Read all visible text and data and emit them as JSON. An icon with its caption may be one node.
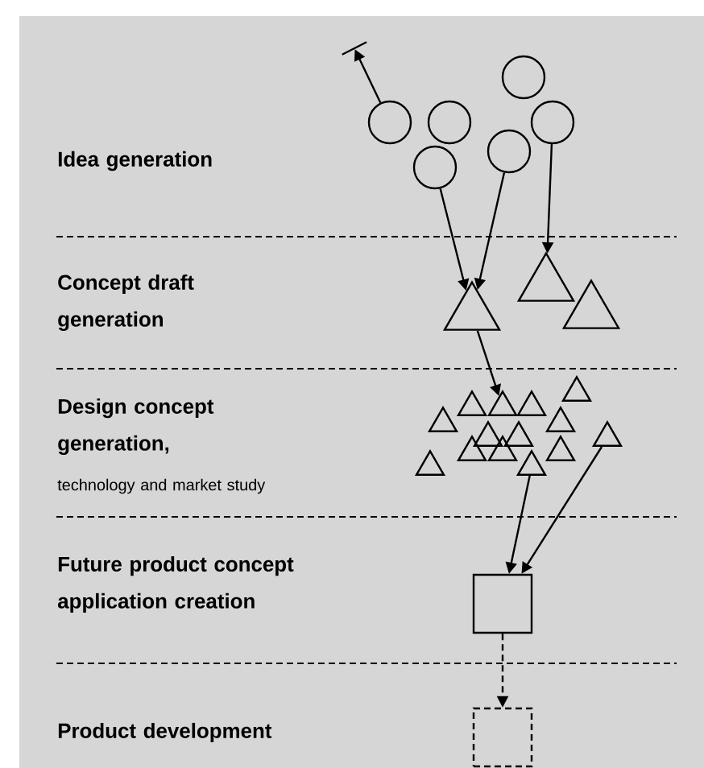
{
  "diagram": {
    "nodes": [
      {
        "text": [],
        "shape": "bar"
      },
      {
        "text": [],
        "shape": "circle"
      },
      {
        "text": [],
        "shape": "circle"
      },
      {
        "text": [],
        "shape": "circle"
      },
      {
        "text": [],
        "shape": "circle"
      },
      {
        "text": [],
        "shape": "circle"
      },
      {
        "text": [],
        "shape": "circle"
      },
      {
        "text": [],
        "shape": "triangle"
      },
      {
        "text": [],
        "shape": "triangle"
      },
      {
        "text": [],
        "shape": "triangle"
      },
      {
        "text": [],
        "shape": "triangle"
      },
      {
        "text": [],
        "shape": "triangle"
      },
      {
        "text": [],
        "shape": "triangle"
      },
      {
        "text": [],
        "shape": "triangle"
      },
      {
        "text": [],
        "shape": "triangle"
      },
      {
        "text": [],
        "shape": "triangle"
      },
      {
        "text": [],
        "shape": "triangle"
      },
      {
        "text": [],
        "shape": "triangle"
      },
      {
        "text": [],
        "shape": "triangle"
      },
      {
        "text": [],
        "shape": "triangle"
      },
      {
        "text": [],
        "shape": "triangle"
      },
      {
        "text": [],
        "shape": "triangle"
      },
      {
        "text": [],
        "shape": "triangle"
      },
      {
        "text": [],
        "shape": "triangle"
      },
      {
        "text": [],
        "shape": "box"
      },
      {
        "text": [],
        "shape": "box"
      }
    ],
    "edges": [
      {
        "from": 1,
        "to": 0,
        "arrow": "to"
      },
      {
        "from": 3,
        "to": 7,
        "arrow": "to"
      },
      {
        "from": 5,
        "to": 7,
        "arrow": "to"
      },
      {
        "from": 6,
        "to": 8,
        "arrow": "to"
      },
      {
        "from": 7,
        "to": 12,
        "arrow": "to"
      },
      {
        "from": 23,
        "to": 24,
        "arrow": "to"
      },
      {
        "from": 18,
        "to": 24,
        "arrow": "to"
      },
      {
        "from": 24,
        "to": 25,
        "arrow": "to",
        "style": "dashed"
      }
    ],
    "labels": [
      "Idea generation",
      "Concept draft generation",
      "Design concept generation,",
      "technology and market study",
      "Future product concept application creation",
      "Product development"
    ]
  }
}
